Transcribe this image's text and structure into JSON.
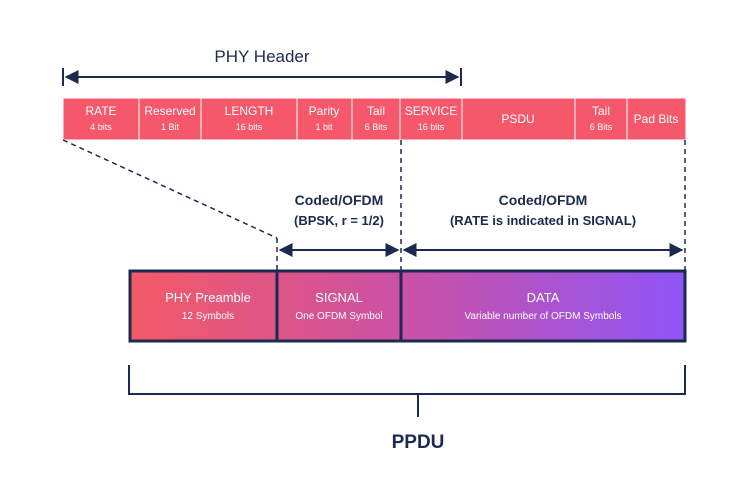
{
  "phy_header": {
    "label": "PHY Header"
  },
  "header_fields": [
    {
      "name": "RATE",
      "sub": "4 bits"
    },
    {
      "name": "Reserved",
      "sub": "1 Bit"
    },
    {
      "name": "LENGTH",
      "sub": "16 bits"
    },
    {
      "name": "Parity",
      "sub": "1 bit"
    },
    {
      "name": "Tail",
      "sub": "6 Bits"
    },
    {
      "name": "SERVICE",
      "sub": "16 bits"
    },
    {
      "name": "PSDU",
      "sub": ""
    },
    {
      "name": "Tail",
      "sub": "6 Bits"
    },
    {
      "name": "Pad Bits",
      "sub": ""
    }
  ],
  "signal_coding": {
    "line1": "Coded/OFDM",
    "line2": "(BPSK, r = 1/2)"
  },
  "data_coding": {
    "line1": "Coded/OFDM",
    "line2": "(RATE is indicated in SIGNAL)"
  },
  "ppdu_blocks": [
    {
      "name": "PHY Preamble",
      "sub": "12 Symbols"
    },
    {
      "name": "SIGNAL",
      "sub": "One OFDM Symbol"
    },
    {
      "name": "DATA",
      "sub": "Variable number of OFDM Symbols"
    }
  ],
  "ppdu": {
    "label": "PPDU"
  },
  "colors": {
    "field_fill": "#f4586a",
    "outline": "#1b2a4e",
    "grad_start": "#f45a66",
    "grad_mid": "#c951a6",
    "grad_end": "#8f55f6"
  }
}
